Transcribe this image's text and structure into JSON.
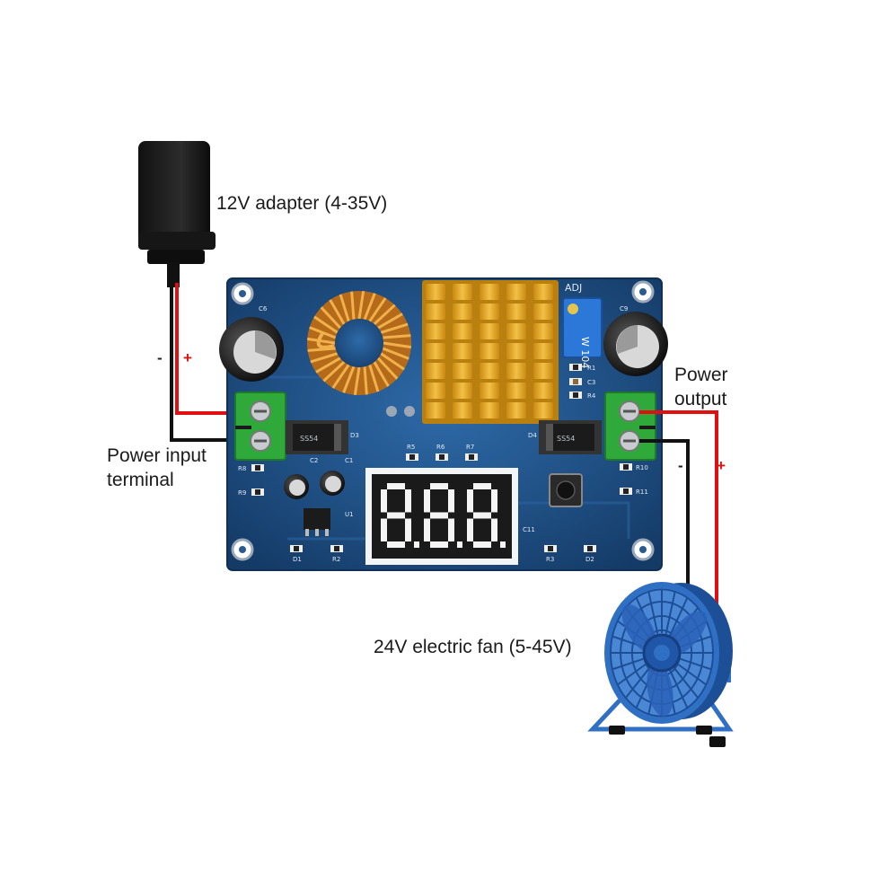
{
  "labels": {
    "adapter": "12V adapter (4-35V)",
    "power_input_line1": "Power input",
    "power_input_line2": "terminal",
    "power_output_line1": "Power",
    "power_output_line2": "output",
    "fan": "24V electric fan (5-45V)"
  },
  "polarity": {
    "input_negative": "-",
    "input_positive": "+",
    "output_negative": "-",
    "output_positive": "+"
  },
  "board": {
    "adj_label": "ADJ",
    "trimpot_marking": "W 104",
    "diode_marking": "SS54",
    "display_digits": "8.8.8",
    "silkscreen": {
      "c6": "C6",
      "c9": "C9",
      "r1": "R1",
      "c3": "C3",
      "r4": "R4",
      "r5": "R5",
      "r6": "R6",
      "r7": "R7",
      "d3": "D3",
      "d4": "D4",
      "r8": "R8",
      "r9": "R9",
      "r10": "R10",
      "r11": "R11",
      "c1": "C1",
      "c2": "C2",
      "u1": "U1",
      "c11": "C11",
      "d1": "D1",
      "r2": "R2",
      "r3": "R3",
      "d2": "D2"
    }
  },
  "colors": {
    "wire_positive": "#e01010",
    "wire_negative": "#111111",
    "pcb": "#1f4f86",
    "terminal": "#2faa3a",
    "heatsink": "#e2a81e",
    "fan": "#2f6fc4"
  }
}
